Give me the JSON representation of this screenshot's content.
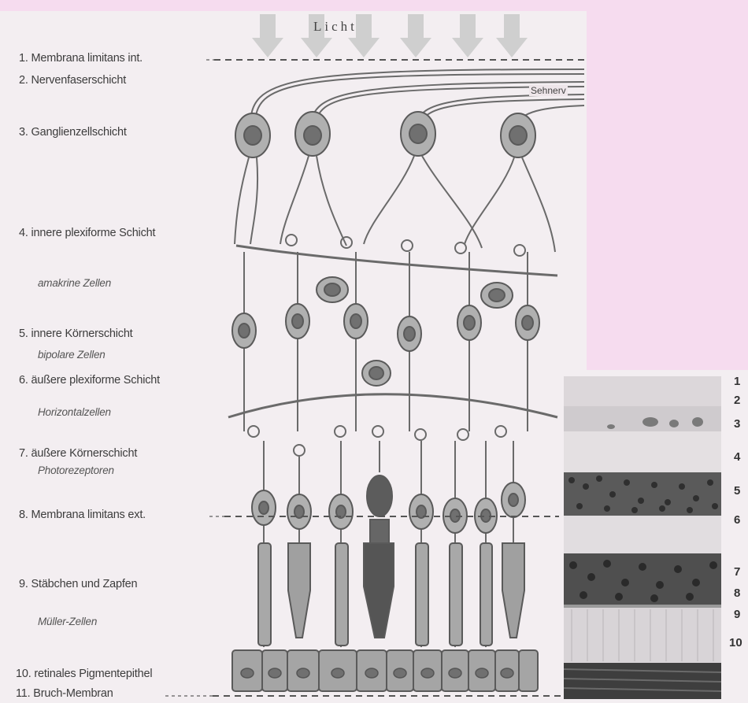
{
  "title": "Licht",
  "nerve_label": "Sehnerv",
  "layers": [
    {
      "text": "1. Membrana limitans int.",
      "style": "normal"
    },
    {
      "text": "2. Nervenfaserschicht",
      "style": "normal"
    },
    {
      "text": "3. Ganglienzellschicht",
      "style": "normal"
    },
    {
      "text": "4. innere plexiforme Schicht",
      "style": "normal"
    },
    {
      "text": "amakrine Zellen",
      "style": "italic"
    },
    {
      "text": "5. innere Körnerschicht",
      "style": "normal"
    },
    {
      "text": "bipolare Zellen",
      "style": "italic"
    },
    {
      "text": "6. äußere plexiforme Schicht",
      "style": "normal"
    },
    {
      "text": "Horizontalzellen",
      "style": "italic"
    },
    {
      "text": "7. äußere Körnerschicht",
      "style": "normal"
    },
    {
      "text": "Photorezeptoren",
      "style": "italic"
    },
    {
      "text": "8. Membrana limitans ext.",
      "style": "normal"
    },
    {
      "text": "9. Stäbchen und Zapfen",
      "style": "normal"
    },
    {
      "text": "Müller-Zellen",
      "style": "italic"
    },
    {
      "text": "10. retinales Pigmentepithel",
      "style": "normal"
    },
    {
      "text": "11. Bruch-Membran",
      "style": "normal"
    }
  ],
  "micrograph_numbers": [
    "1",
    "2",
    "3",
    "4",
    "5",
    "6",
    "7",
    "8",
    "9",
    "10"
  ],
  "colors": {
    "cell_fill": "#a9a9a9",
    "cell_stroke": "#5a5a5a",
    "nucleus": "#6e6e6e",
    "background": "#f3eef1",
    "accent_pink": "#f6dcef"
  }
}
